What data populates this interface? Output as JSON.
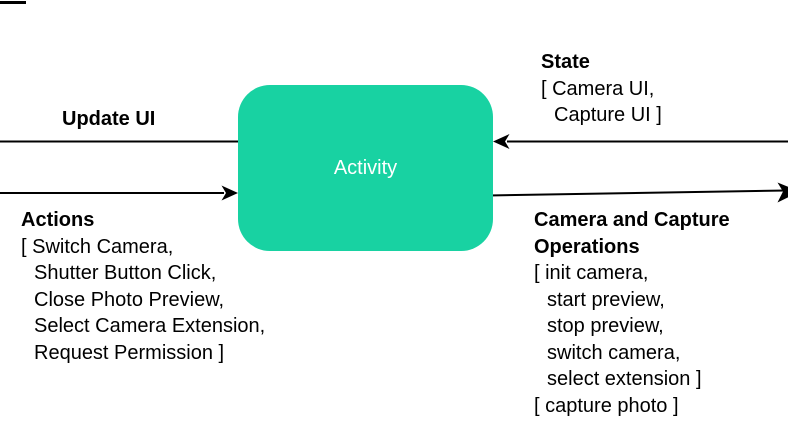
{
  "node": {
    "label": "Activity"
  },
  "labels": {
    "update_ui": "Update UI"
  },
  "actions": {
    "title": "Actions",
    "items": [
      "[ Switch Camera,",
      "Shutter Button Click,",
      "Close Photo Preview,",
      "Select Camera Extension,",
      "Request Permission ]"
    ]
  },
  "state": {
    "title": "State",
    "items": [
      "[ Camera UI,",
      "Capture UI ]"
    ]
  },
  "ops": {
    "title": "Camera and Capture Operations",
    "items": [
      "[ init camera,",
      "start preview,",
      "stop preview,",
      "switch camera,",
      "select extension ]"
    ],
    "extra": "[ capture photo ]"
  },
  "colors": {
    "node_fill": "#18d2a2",
    "node_text": "#ffffff",
    "line": "#000000",
    "text": "#000000",
    "background": "#ffffff"
  }
}
